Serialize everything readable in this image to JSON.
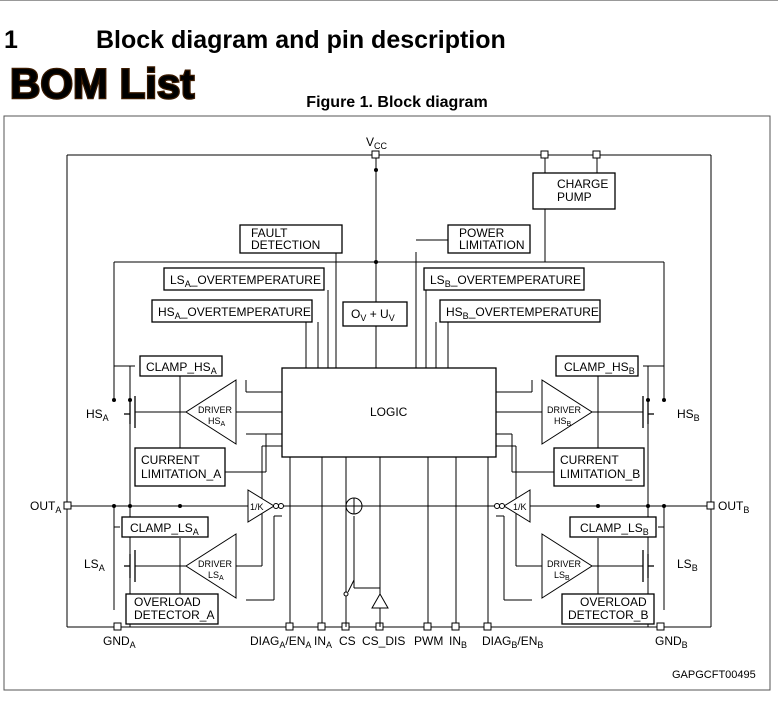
{
  "header": {
    "section_number": "1",
    "section_title": "Block diagram and pin description",
    "figure_title": "Figure 1. Block diagram"
  },
  "logo": {
    "text": "BOM List",
    "fill_color": "#f2c200",
    "outline_color": "#3a1a00"
  },
  "diagram": {
    "vcc": {
      "main": "V",
      "sub": "CC"
    },
    "charge_pump": [
      "CHARGE",
      "PUMP"
    ],
    "fault_detection": [
      "FAULT",
      "DETECTION"
    ],
    "power_limitation": [
      "POWER",
      "LIMITATION"
    ],
    "lsa_overtemp": {
      "main": "LS",
      "sub": "A",
      "rest": "_OVERTEMPERATURE"
    },
    "lsb_overtemp": {
      "main": "LS",
      "sub": "B",
      "rest": "_OVERTEMPERATURE"
    },
    "hsa_overtemp": {
      "main": "HS",
      "sub": "A",
      "rest": "_OVERTEMPERATURE"
    },
    "hsb_overtemp": {
      "main": "HS",
      "sub": "B",
      "rest": "_OVERTEMPERATURE"
    },
    "ov_uv": {
      "a": "O",
      "a_sub": "V",
      "mid": " + U",
      "b_sub": "V"
    },
    "logic": "LOGIC",
    "clamp_hsa": {
      "main": "CLAMP_HS",
      "sub": "A"
    },
    "clamp_hsb": {
      "main": "CLAMP_HS",
      "sub": "B"
    },
    "clamp_lsa": {
      "main": "CLAMP_LS",
      "sub": "A"
    },
    "clamp_lsb": {
      "main": "CLAMP_LS",
      "sub": "B"
    },
    "driver_hsa": {
      "line1": "DRIVER",
      "line2": "HS",
      "sub": "A"
    },
    "driver_hsb": {
      "line1": "DRIVER",
      "line2": "HS",
      "sub": "B"
    },
    "driver_lsa": {
      "line1": "DRIVER",
      "line2": "LS",
      "sub": "A"
    },
    "driver_lsb": {
      "line1": "DRIVER",
      "line2": "LS",
      "sub": "B"
    },
    "current_lim_a": [
      "CURRENT",
      "LIMITATION_A"
    ],
    "current_lim_b": [
      "CURRENT",
      "LIMITATION_B"
    ],
    "overload_a": [
      "OVERLOAD",
      "DETECTOR_A"
    ],
    "overload_b": [
      "OVERLOAD",
      "DETECTOR_B"
    ],
    "inv_k": "1/K",
    "pins": {
      "hs_a": {
        "main": "HS",
        "sub": "A"
      },
      "hs_b": {
        "main": "HS",
        "sub": "B"
      },
      "out_a": {
        "main": "OUT",
        "sub": "A"
      },
      "out_b": {
        "main": "OUT",
        "sub": "B"
      },
      "ls_a": {
        "main": "LS",
        "sub": "A"
      },
      "ls_b": {
        "main": "LS",
        "sub": "B"
      },
      "gnd_a": {
        "main": "GND",
        "sub": "A"
      },
      "gnd_b": {
        "main": "GND",
        "sub": "B"
      },
      "diag_a": {
        "a": "DIAG",
        "a_sub": "A",
        "b": "/EN",
        "b_sub": "A"
      },
      "in_a": {
        "main": "IN",
        "sub": "A"
      },
      "cs": "CS",
      "cs_dis": "CS_DIS",
      "pwm": "PWM",
      "in_b": {
        "main": "IN",
        "sub": "B"
      },
      "diag_b": {
        "a": "DIAG",
        "a_sub": "B",
        "b": "/EN",
        "b_sub": "B"
      }
    },
    "code": "GAPGCFT00495"
  }
}
